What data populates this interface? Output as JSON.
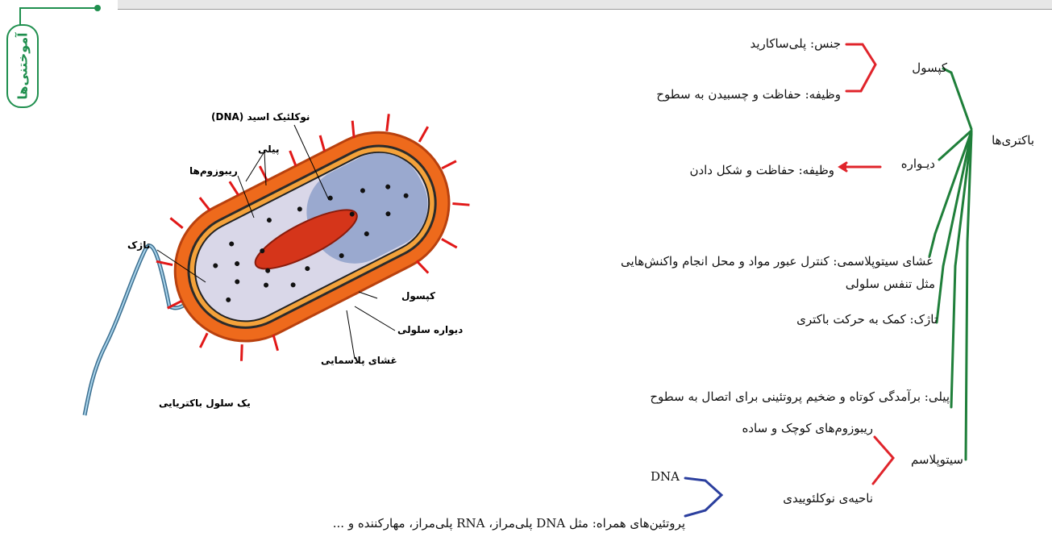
{
  "sidebar_tab": {
    "label": "آموختنی‌ها"
  },
  "illustration": {
    "labels": {
      "dna": "نوکلئیک اسید (DNA)",
      "pili": "پیلی",
      "ribosomes": "ریبوزوم‌ها",
      "flagellum": "تاژک",
      "capsule": "کپسول",
      "cell_wall": "دیواره سلولی",
      "plasma_membrane": "غشای پلاسمایی",
      "caption": "یک سلول باکتریایی"
    }
  },
  "concept_map": {
    "root": "باکتری‌ها",
    "capsule": {
      "title": "کپسول",
      "material": "جنس: پلی‌ساکارید",
      "function": "وظیفه: حفاظت و چسبیدن به سطوح"
    },
    "wall": {
      "title": "دیـواره",
      "function": "وظیفه: حفاظت و شکل دادن"
    },
    "membrane": {
      "line1": "غشای سیتوپلاسمی: کنترل عبور مواد و محل انجام واکنش‌هایی",
      "line2": "مثل تنفس سلولی"
    },
    "flagellum": "تاژک: کمک به حرکت باکتری",
    "pili": "پیلی: برآمدگی کوتاه و ضخیم پروتئینی برای اتصال به سطوح",
    "cytoplasm": {
      "title": "سیتوپلاسم",
      "ribosomes": "ریبوزوم‌های کوچک و ساده",
      "nucleoid": "ناحیه‌ی نوکلئوییدی",
      "dna": "DNA",
      "proteins": "پروتئین‌های همراه: مثل DNA پلی‌مراز، RNA پلی‌مراز، مهارکننده و ..."
    }
  },
  "colors": {
    "green": "#1f7f3a",
    "red": "#e0242b",
    "blue": "#2b3f9e",
    "tab_green": "#1f8f4e"
  }
}
